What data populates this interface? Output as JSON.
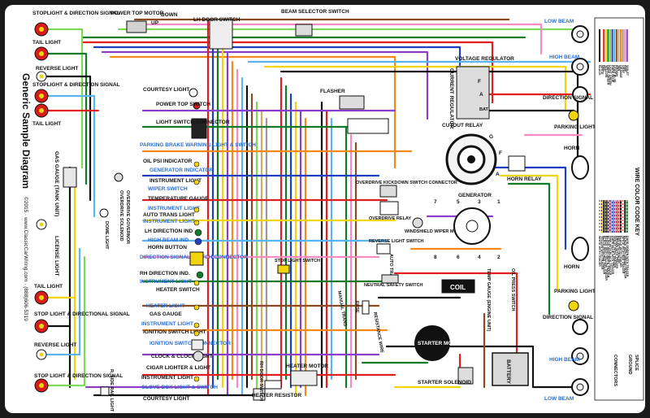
{
  "title": "Generic Sample Diagram",
  "side_footer": "©2015 · www.ClassicCarWiring.com · (888)606-5319",
  "key_title": "WIRE COLOR CODE KEY",
  "labels": {
    "stoplight_dir_top": "STOPLIGHT & DIRECTION SIGNAL",
    "tail_light_top": "TAIL LIGHT",
    "reverse_light_top": "REVERSE LIGHT",
    "stoplight_dir_2": "STOPLIGHT & DIRECTION SIGNAL",
    "tail_light_2": "TAIL LIGHT",
    "gas_gauge_tank": "GAS GAUGE (TANK UNIT)",
    "license_light": "LICENSE LIGHT",
    "tail_light_3": "TAIL LIGHT",
    "stop_light_dir_3": "STOP LIGHT & DIRECTIONAL SIGNAL",
    "reverse_light_3": "REVERSE LIGHT",
    "stop_light_dir_4": "STOP LIGHT & DIRECTION SIGNAL",
    "power_top_motor": "POWER TOP MOTOR",
    "up": "UP",
    "down": "DOWN",
    "lh_door_switch": "LH DOOR SWITCH",
    "beam_selector": "BEAM SELECTOR SWITCH",
    "low_beam_top": "LOW BEAM",
    "high_beam_top": "HIGH BEAM",
    "direction_signal_top": "DIRECTION SIGNAL",
    "parking_light_top": "PARKING LIGHT",
    "horn_top": "HORN",
    "horn_bottom": "HORN",
    "parking_light_bottom": "PARKING LIGHT",
    "direction_signal_bottom": "DIRECTION SIGNAL",
    "high_beam_bottom": "HIGH BEAM",
    "low_beam_bottom": "LOW BEAM",
    "voltage_regulator": "VOLTAGE REGULATOR",
    "current_regulator": "CURRENT REGULATOR",
    "cutout_relay": "CUTOUT RELAY",
    "generator": "GENERATOR",
    "horn_relay": "HORN RELAY",
    "flasher": "FLASHER",
    "courtesy_light_top": "COURTESY LIGHT",
    "power_top_switch": "POWER TOP SWITCH",
    "light_switch_connector": "LIGHT SWITCH CONNECTOR",
    "parking_brake": "PARKING BRAKE WARNING LIGHT & SWITCH",
    "oil_psi": "OIL PSI INDICATOR",
    "generator_indicator": "GENERATOR INDICATOR",
    "instrument_light_1": "INSTRUMENT LIGHT",
    "wiper_switch": "WIPER SWITCH",
    "temp_gauge": "TEMPERATURE GAUGE",
    "instrument_light_2": "INSTRUMENT LIGHT",
    "auto_trans_light": "AUTO TRANS LIGHT",
    "instrument_light_3": "INSTRUMENT LIGHT",
    "lh_direction_ind": "LH DIRECTION IND",
    "high_beam_ind": "HIGH BEAM IND",
    "horn_button": "HORN BUTTON",
    "direction_signal_switch": "DIRECTION SIGNAL SWITCH CONNECTOR",
    "rh_direction_ind": "RH DIRECTION IND.",
    "instrument_light_4": "INSTRUMENT LIGHT",
    "heater_switch": "HEATER SWITCH",
    "heater_light": "HEATER LIGHT",
    "gas_gauge": "GAS GAUGE",
    "instrument_light_5": "INSTRUMENT LIGHT",
    "ignition_switch_light": "IGNITION SWITCH LIGHT",
    "ignition_switch_connector": "IGNITION SWITCH CONNECTOR",
    "clock": "CLOCK & CLOCK LIGHT",
    "cigar_lighter": "CIGAR LIGHTER & LIGHT",
    "instrument_light_6": "INSTRUMENT LIGHT",
    "glove_box": "GLOVE BOX LIGHT & SWITCH",
    "courtesy_light_bottom": "COURTESY LIGHT",
    "overdrive_governor": "OVERDRIVE GOVERNOR",
    "overdrive_solenoid": "OVERDRIVE SOLENOID",
    "dome_light": "DOME LIGHT",
    "rh_door_switch": "RH DOOR SWITCH",
    "r_side_rail_light": "R. SIDE RAIL LIGHT",
    "stop_light_switch": "STOP LIGHT SWITCH",
    "manual_trans": "MANUAL TRANS",
    "auto_trans": "AUTO TRANS",
    "overdrive_kickdown": "OVERDRIVE KICKDOWN SWITCH CONNECTOR",
    "overdrive_relay": "OVERDRIVE RELAY",
    "windshield_wiper": "WINDSHIELD WIPER MOTOR",
    "reverse_light_switch": "REVERSE LIGHT SWITCH",
    "neutral_safety": "NEUTRAL SAFETY SWITCH",
    "coil": "COIL",
    "temp_gauge_engine": "TEMP GAUGE (ENGINE UNIT)",
    "oil_press_switch": "OIL PRESS SWITCH",
    "fuse": "FUSE",
    "resistance_wire": "RESISTANCE WIRE",
    "starter_motor": "STARTER MOTOR",
    "battery": "BATTERY",
    "starter_solenoid": "STARTER SOLENOID",
    "heater_motor": "HEATER MOTOR",
    "heater_resistor": "HEATER RESISTOR",
    "splice": "SPLICE",
    "ground": "GROUND",
    "connectors": "CONNECTORS",
    "reg_f": "F",
    "reg_a": "A",
    "reg_bat": "BAT",
    "gen_g": "G",
    "gen_f": "F",
    "gen_a": "A",
    "dist_7": "7",
    "dist_5": "5",
    "dist_3": "3",
    "dist_1": "1",
    "dist_8": "8",
    "dist_6": "6",
    "dist_4": "4",
    "dist_2": "2"
  },
  "color_key": [
    {
      "name": "BLACK",
      "hex": "#111111"
    },
    {
      "name": "WHITE",
      "hex": "#ffffff"
    },
    {
      "name": "RED",
      "hex": "#e02020"
    },
    {
      "name": "YELLOW",
      "hex": "#f2d40c"
    },
    {
      "name": "DARK GREEN",
      "hex": "#137a2b"
    },
    {
      "name": "LIGHT GREEN",
      "hex": "#7ed957"
    },
    {
      "name": "DARK BLUE",
      "hex": "#1f3fbf"
    },
    {
      "name": "LIGHT BLUE",
      "hex": "#5ab4f0"
    },
    {
      "name": "BROWN",
      "hex": "#8b4a1f"
    },
    {
      "name": "TAN",
      "hex": "#d2a86b"
    },
    {
      "name": "ORANGE",
      "hex": "#f28a1a"
    },
    {
      "name": "GRAY",
      "hex": "#9a9a9a"
    },
    {
      "name": "PINK",
      "hex": "#f58bc2"
    },
    {
      "name": "VIOLET",
      "hex": "#8a3fc9"
    },
    {
      "name": "WHITE WITH TRACER",
      "hex": "#ffffff",
      "tracer": "#111111"
    },
    {
      "name": "YELLOW WITH TRACER",
      "hex": "#f2d40c",
      "tracer": "#111111"
    },
    {
      "name": "BLACK WITH RED TRACER",
      "hex": "#111111",
      "tracer": "#e02020"
    },
    {
      "name": "BLACK WITH YELLOW TRACER",
      "hex": "#111111",
      "tracer": "#f2d40c"
    },
    {
      "name": "BLACK WITH WHITE TRACER",
      "hex": "#111111",
      "tracer": "#ffffff"
    },
    {
      "name": "PINK WITH BLACK TRACER",
      "hex": "#f58bc2",
      "tracer": "#111111"
    },
    {
      "name": "DARK BLUE WITH TRACER",
      "hex": "#1f3fbf",
      "tracer": "#ffffff"
    },
    {
      "name": "VIOLET WITH TRACER",
      "hex": "#8a3fc9",
      "tracer": "#ffffff"
    },
    {
      "name": "BROWN WITH TRACER",
      "hex": "#8b4a1f",
      "tracer": "#ffffff"
    },
    {
      "name": "RED WITH TRACER",
      "hex": "#e02020",
      "tracer": "#ffffff"
    },
    {
      "name": "BLACK WITH TRACER",
      "hex": "#111111",
      "tracer": "#ffffff"
    },
    {
      "name": "WHITE WITH RED TRACER",
      "hex": "#ffffff",
      "tracer": "#e02020"
    },
    {
      "name": "BLACK WITH GREEN TRACER",
      "hex": "#111111",
      "tracer": "#137a2b"
    },
    {
      "name": "DARK GREEN WITH TRACER",
      "hex": "#137a2b",
      "tracer": "#ffffff"
    }
  ],
  "colors": {
    "accent_blue": "#2a6fd6",
    "lamp_red": "#d81b1b",
    "bulb_yellow": "#f2d40c",
    "horn_gray": "#5a5a5a"
  }
}
